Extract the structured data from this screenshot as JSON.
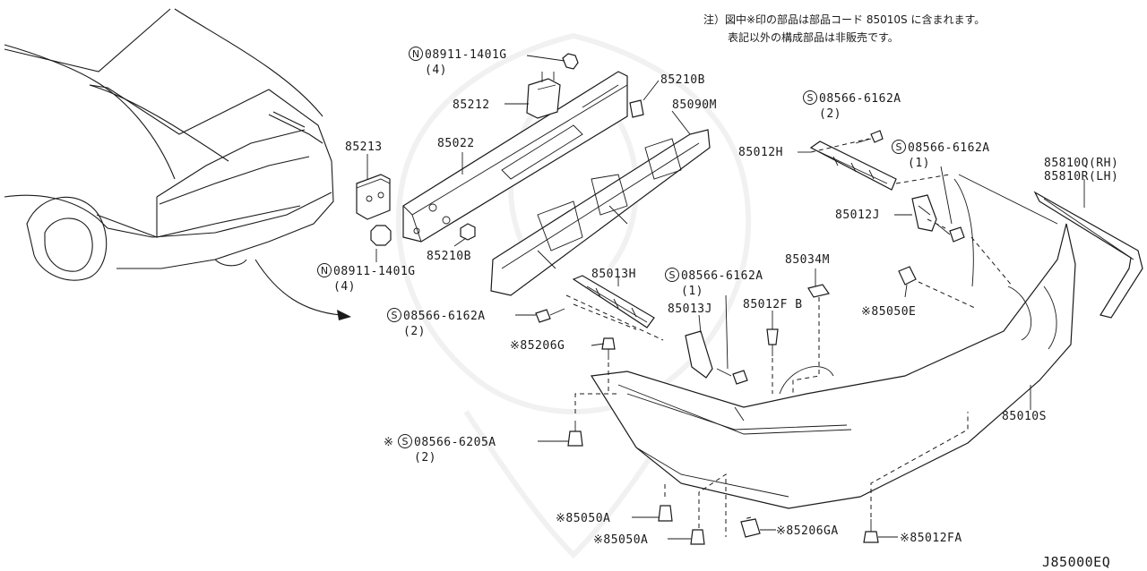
{
  "note": {
    "line1": "注）図中※印の部品は部品コード 85010S に含まれます。",
    "line2": "表記以外の構成部品は非販売です。"
  },
  "diagram_code": "J85000EQ",
  "labels": {
    "n08911_top": "08911-1401G",
    "n08911_top_qty": "(4)",
    "p85210B_top": "85210B",
    "p85212": "85212",
    "p85090M": "85090M",
    "p85213": "85213",
    "p85022": "85022",
    "p85210B_bot": "85210B",
    "n08911_bot": "08911-1401G",
    "n08911_bot_qty": "(4)",
    "s08566_a2_top": "08566-6162A",
    "s08566_a2_top_qty": "(2)",
    "p85012H": "85012H",
    "s08566_a1_right": "08566-6162A",
    "s08566_a1_right_qty": "(1)",
    "p85810Q": "85810Q(RH)",
    "p85810R": "85810R(LH)",
    "p85012J": "85012J",
    "p85013H": "85013H",
    "s08566_a1_mid": "08566-6162A",
    "s08566_a1_mid_qty": "(1)",
    "p85034M": "85034M",
    "s08566_a2_left": "08566-6162A",
    "s08566_a2_left_qty": "(2)",
    "p85013J": "85013J",
    "p85012FB": "85012F B",
    "p85050E": "※85050E",
    "p85206G": "※85206G",
    "p85010S": "85010S",
    "s08566_6205A": "08566-6205A",
    "s08566_6205A_qty": "(2)",
    "star": "※",
    "p85050A_1": "※85050A",
    "p85050A_2": "※85050A",
    "p85206GA": "※85206GA",
    "p85012FA": "※85012FA"
  },
  "symbols": {
    "N": "N",
    "S": "S"
  }
}
